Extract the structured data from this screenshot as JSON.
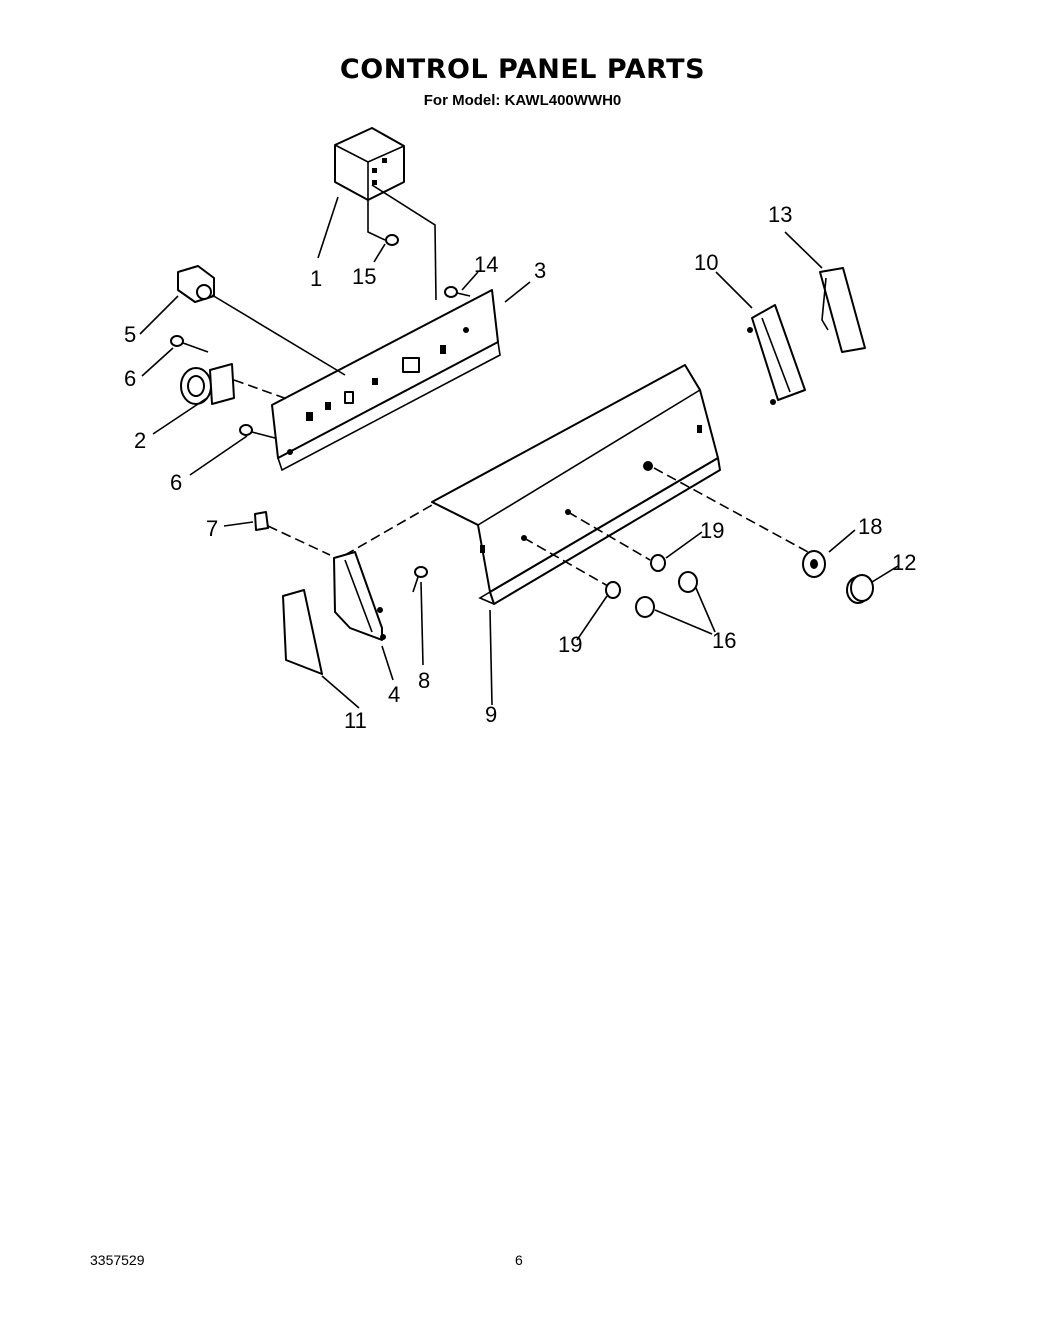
{
  "page": {
    "title": "CONTROL PANEL PARTS",
    "subtitle": "For Model: KAWL400WWH0",
    "doc_number": "3357529",
    "page_number": "6"
  },
  "callouts": [
    "1",
    "15",
    "14",
    "3",
    "5",
    "6",
    "2",
    "6",
    "13",
    "10",
    "7",
    "8",
    "4",
    "11",
    "9",
    "19",
    "18",
    "12",
    "19",
    "16"
  ]
}
